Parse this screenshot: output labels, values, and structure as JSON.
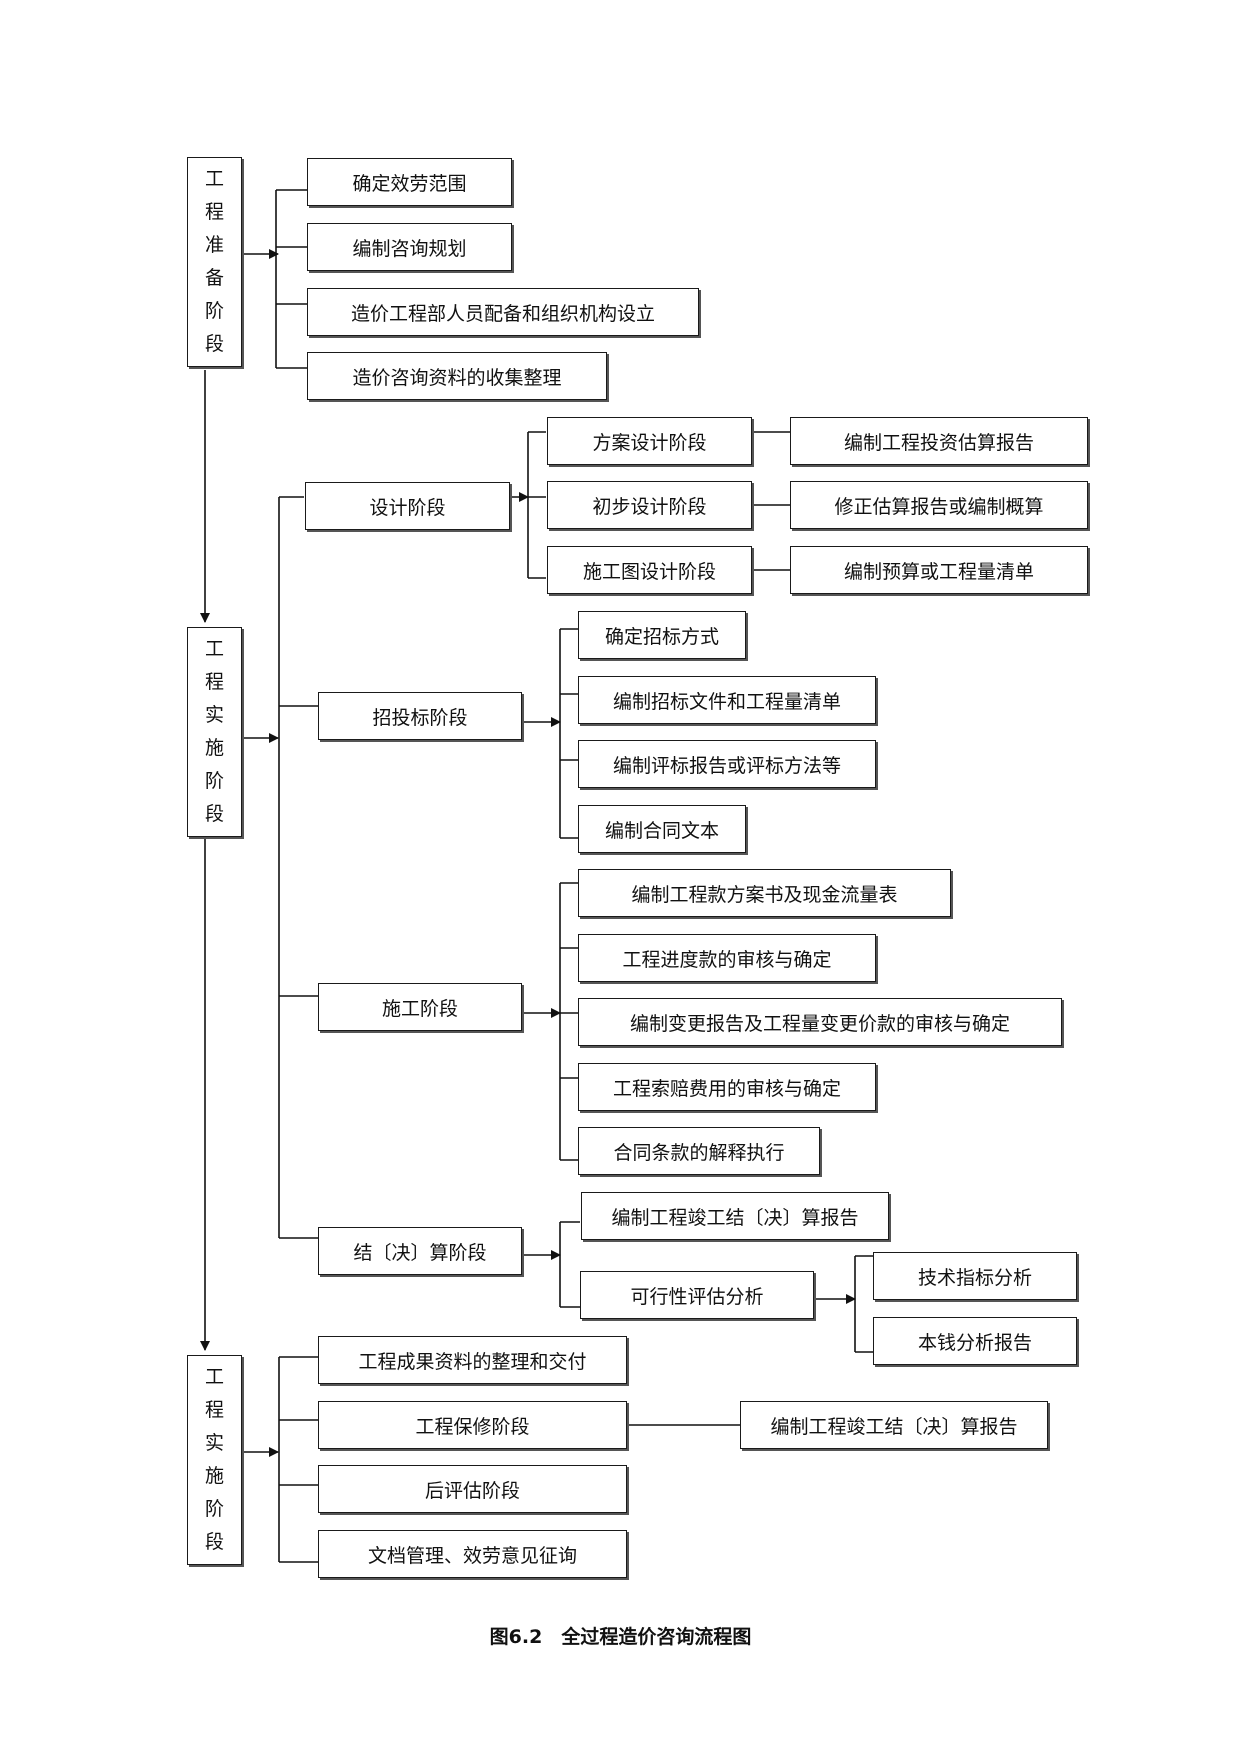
{
  "stages": {
    "prep": "工程准备阶段",
    "impl": "工程实施阶段",
    "final": "工程实施阶段"
  },
  "prep_items": [
    "确定效劳范围",
    "编制咨询规划",
    "造价工程部人员配备和组织机构设立",
    "造价咨询资料的收集整理"
  ],
  "phases": {
    "design": "设计阶段",
    "bidding": "招投标阶段",
    "construction": "施工阶段",
    "settlement": "结〔决〕算阶段"
  },
  "design_steps": [
    "方案设计阶段",
    "初步设计阶段",
    "施工图设计阶段"
  ],
  "design_outputs": [
    "编制工程投资估算报告",
    "修正估算报告或编制概算",
    "编制预算或工程量清单"
  ],
  "bidding_items": [
    "确定招标方式",
    "编制招标文件和工程量清单",
    "编制评标报告或评标方法等",
    "编制合同文本"
  ],
  "construction_items": [
    "编制工程款方案书及现金流量表",
    "工程进度款的审核与确定",
    "编制变更报告及工程量变更价款的审核与确定",
    "工程索赔费用的审核与确定",
    "合同条款的解释执行"
  ],
  "settlement_items": [
    "编制工程竣工结〔决〕算报告",
    "可行性评估分析"
  ],
  "feasibility_items": [
    "技术指标分析",
    "本钱分析报告"
  ],
  "final_items": [
    "工程成果资料的整理和交付",
    "工程保修阶段",
    "后评估阶段",
    "文档管理、效劳意见征询"
  ],
  "warranty_output": "编制工程竣工结〔决〕算报告",
  "caption": "图6.2　全过程造价咨询流程图"
}
